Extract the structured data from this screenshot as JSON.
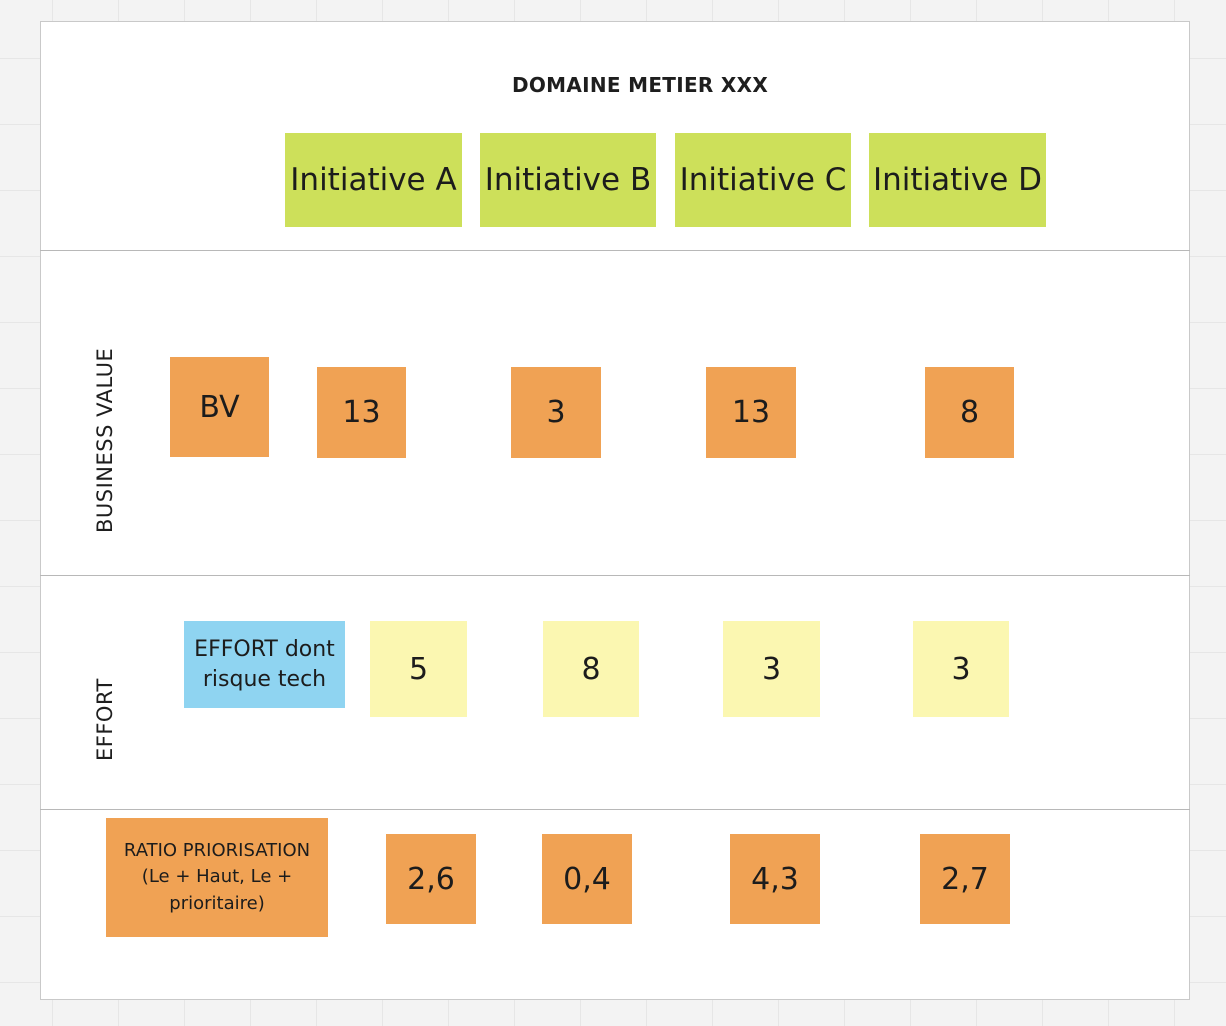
{
  "board": {
    "title": "DOMAINE METIER XXX"
  },
  "initiatives": [
    {
      "label": "Initiative A"
    },
    {
      "label": "Initiative B"
    },
    {
      "label": "Initiative C"
    },
    {
      "label": "Initiative D"
    }
  ],
  "rows": {
    "business_value": {
      "label": "BUSINESS VALUE",
      "header_note": "BV",
      "values": [
        "13",
        "3",
        "13",
        "8"
      ]
    },
    "effort": {
      "label": "EFFORT",
      "header_note": "EFFORT dont risque tech",
      "values": [
        "5",
        "8",
        "3",
        "3"
      ]
    },
    "ratio": {
      "header_note": "RATIO PRIORISATION (Le + Haut, Le + prioritaire)",
      "values": [
        "2,6",
        "0,4",
        "4,3",
        "2,7"
      ]
    }
  },
  "colors": {
    "initiative_sticky": "#cde05a",
    "value_sticky": "#f0a254",
    "effort_sticky": "#fbf7b1",
    "effort_header_sticky": "#8fd4f1"
  }
}
